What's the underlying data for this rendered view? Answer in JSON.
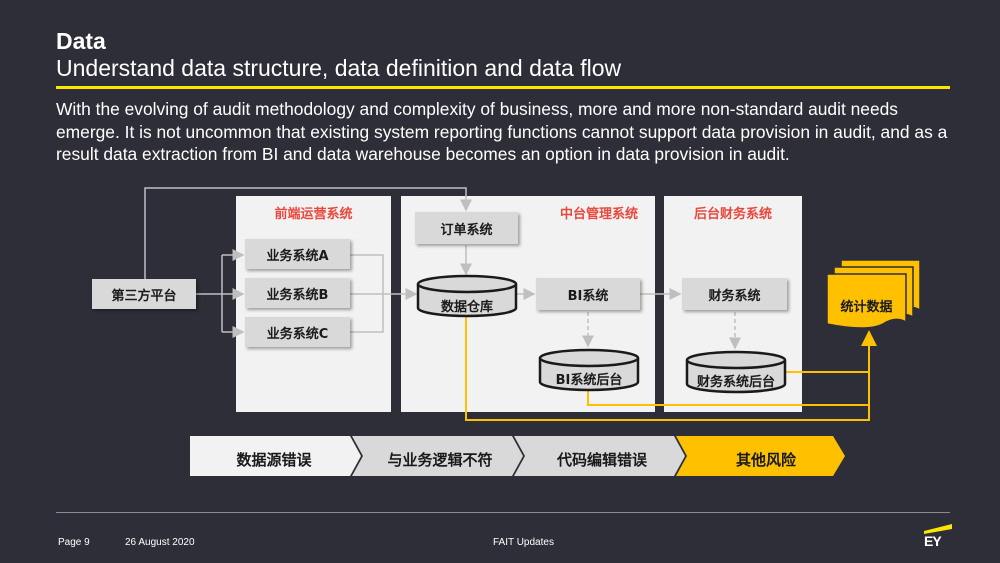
{
  "header": {
    "title": "Data",
    "subtitle": "Understand data structure, data definition and data flow"
  },
  "intro": "With the evolving of audit methodology and complexity of business, more and more non-standard audit needs emerge.  It is not uncommon that existing system reporting functions cannot support data provision in audit, and as a result data extraction from BI and data warehouse becomes an option in data provision in audit.",
  "diagram": {
    "panels": {
      "front": "前端运营系统",
      "middle": "中台管理系统",
      "back": "后台财务系统"
    },
    "third_party": "第三方平台",
    "business_systems": [
      "业务系统A",
      "业务系统B",
      "业务系统C"
    ],
    "order_system": "订单系统",
    "data_warehouse": "数据仓库",
    "bi_system": "BI系统",
    "bi_backend": "BI系统后台",
    "finance_system": "财务系统",
    "finance_backend": "财务系统后台",
    "stats_data": "统计数据"
  },
  "risks": [
    "数据源错误",
    "与业务逻辑不符",
    "代码编辑错误",
    "其他风险"
  ],
  "colors": {
    "background": "#2e2e38",
    "accent": "#ffe600",
    "panel_title": "#e8483e",
    "highlight_chevron": "#ffc000"
  },
  "footer": {
    "page": "Page 9",
    "date": "26 August 2020",
    "center": "FAIT Updates",
    "logo": "EY"
  }
}
